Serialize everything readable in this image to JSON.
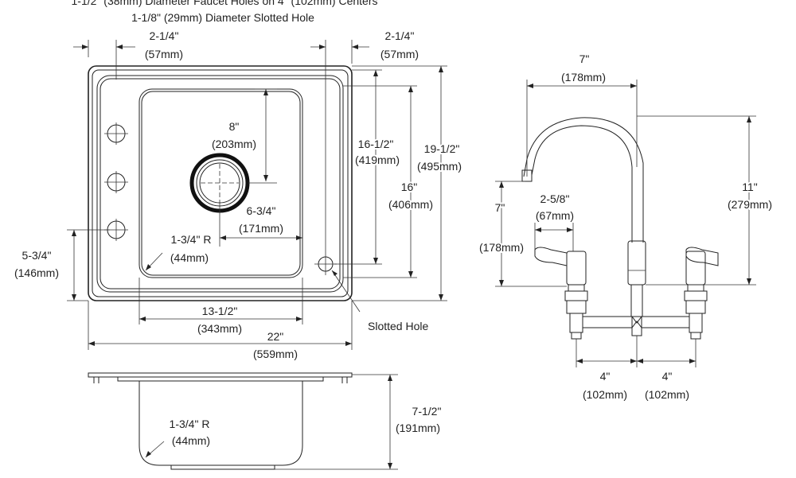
{
  "notes": {
    "line1": "1-1/2\" (38mm) Diameter Faucet Holes on 4\" (102mm) Centers",
    "line2": "1-1/8\" (29mm) Diameter Slotted Hole"
  },
  "top_view": {
    "left_offset": {
      "imperial": "2-1/4\"",
      "metric": "(57mm)"
    },
    "right_offset": {
      "imperial": "2-1/4\"",
      "metric": "(57mm)"
    },
    "drain_setback": {
      "imperial": "8\"",
      "metric": "(203mm)"
    },
    "drain_center": {
      "imperial": "6-3/4\"",
      "metric": "(171mm)"
    },
    "corner_radius": {
      "imperial": "1-3/4\" R",
      "metric": "(44mm)"
    },
    "left_height": {
      "imperial": "5-3/4\"",
      "metric": "(146mm)"
    },
    "bowl_width": {
      "imperial": "13-1/2\"",
      "metric": "(343mm)"
    },
    "overall_width": {
      "imperial": "22\"",
      "metric": "(559mm)"
    },
    "bowl_length": {
      "imperial": "16-1/2\"",
      "metric": "(419mm)"
    },
    "inner_length": {
      "imperial": "16\"",
      "metric": "(406mm)"
    },
    "overall_length": {
      "imperial": "19-1/2\"",
      "metric": "(495mm)"
    },
    "slotted_hole_label": "Slotted Hole"
  },
  "side_view": {
    "corner_radius": {
      "imperial": "1-3/4\" R",
      "metric": "(44mm)"
    },
    "depth": {
      "imperial": "7-1/2\"",
      "metric": "(191mm)"
    }
  },
  "faucet": {
    "reach": {
      "imperial": "7\"",
      "metric": "(178mm)"
    },
    "height": {
      "imperial": "11\"",
      "metric": "(279mm)"
    },
    "handle_length": {
      "imperial": "2-5/8\"",
      "metric": "(67mm)"
    },
    "spout_clearance": {
      "imperial": "7\"",
      "metric": "(178mm)"
    },
    "center_left": {
      "imperial": "4\"",
      "metric": "(102mm)"
    },
    "center_right": {
      "imperial": "4\"",
      "metric": "(102mm)"
    }
  }
}
